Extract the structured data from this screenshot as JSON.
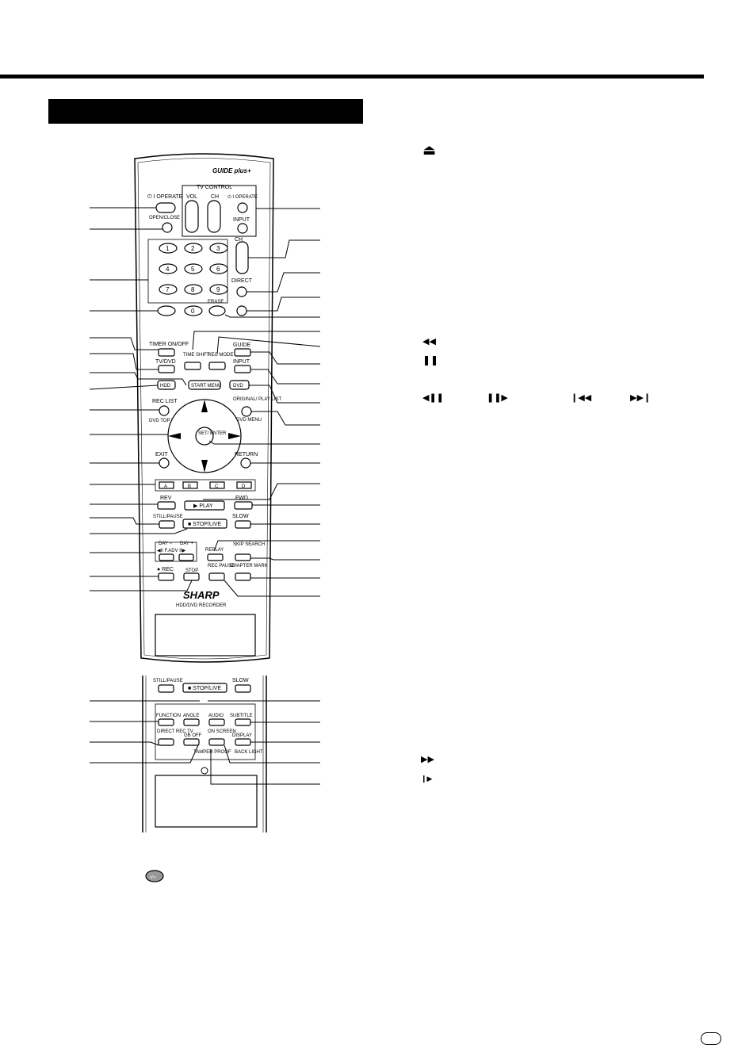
{
  "remote": {
    "brand_logo": "SHARP",
    "brand_subtitle": "HDD/DVD RECORDER",
    "logo_mark": "GUIDE plus+",
    "tv_control": {
      "title": "TV CONTROL",
      "vol": "VOL",
      "ch": "CH",
      "operate": "⏻ I OPERATE",
      "input": "INPUT"
    },
    "operate": "⏻ I OPERATE",
    "open_close": "OPEN/CLOSE",
    "ch_top": "CH",
    "direct": "DIRECT",
    "erase": "ERASE",
    "digits": [
      "1",
      "2",
      "3",
      "4",
      "5",
      "6",
      "7",
      "8",
      "9",
      "0"
    ],
    "timer_on_off": "TIMER ON/OFF",
    "time_shift": "TIME SHIFT",
    "rec_mode": "REC MODE",
    "guide": "GUIDE",
    "tv_dvd": "TV/DVD",
    "input2": "INPUT",
    "hdd": "HDD",
    "start_menu": "START MENU",
    "dvd": "DVD",
    "rec_list": "REC LIST",
    "original_play_list": "ORIGINAL/ PLAY LIST",
    "dvd_top_menu": "DVD TOP MENU",
    "dvd_menu": "DVD MENU",
    "set_enter": "SET/ ENTER",
    "exit": "EXIT",
    "return": "RETURN",
    "color_keys": [
      "A",
      "B",
      "C",
      "D"
    ],
    "rev": "REV",
    "play": "▶ PLAY",
    "fwd": "FWD",
    "still_pause": "STILL/PAUSE",
    "stop_live": "■ STOP/LIVE",
    "slow": "SLOW",
    "day_minus": "DAY −",
    "f_adv": "◀II F.ADV II▶",
    "day_plus": "DAY +",
    "replay": "REPLAY",
    "skip_search": "SKIP SEARCH",
    "rec": "● REC",
    "rec_stop": "STOP",
    "rec_pause": "REC PAUSE",
    "chapter_mark": "CHAPTER MARK"
  },
  "remote_inner": {
    "still_pause": "STILL/PAUSE",
    "stop_live": "■ STOP/LIVE",
    "slow": "SLOW",
    "function": "FUNCTION",
    "angle": "ANGLE",
    "audio": "AUDIO",
    "subtitle": "SUBTITLE",
    "direct_rec_tv": "DIRECT REC TV",
    "gb_off": "GB OFF",
    "on_screen": "ON SCREEN",
    "display": "DISPLAY",
    "tamper_proof": "TAMPER PROOF",
    "back_light": "BACK LIGHT"
  },
  "glyphs": {
    "eject": "⏏",
    "rewind": "◀◀",
    "pause": "❚❚",
    "frame_back": "◀❚❚",
    "frame_fwd": "❚❚▶",
    "skip_back": "❙◀◀",
    "skip_fwd": "▶▶❙",
    "fast_fwd": "▶▶",
    "slow": "❙▶"
  }
}
